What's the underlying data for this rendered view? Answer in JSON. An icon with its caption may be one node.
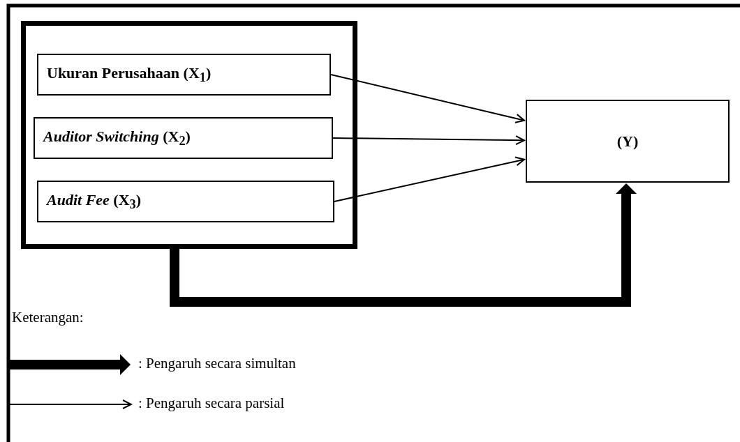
{
  "diagram": {
    "nodes": [
      {
        "text": [],
        "shape": "box"
      },
      {
        "text": [
          "Ukuran Perusahaan (X$_{1}$)"
        ],
        "in": 0
      },
      {
        "text": [
          "*Auditor Switching* (X$_{2}$)"
        ],
        "in": 0
      },
      {
        "text": [
          "*Audit Fee* (X$_{3}$)"
        ],
        "in": 0
      },
      {
        "text": [
          "(Y)"
        ]
      }
    ],
    "edges": [
      {
        "from": 1,
        "to": 4,
        "arrow": "to"
      },
      {
        "from": 2,
        "to": 4,
        "arrow": "to"
      },
      {
        "from": 3,
        "to": 4,
        "arrow": "to"
      },
      {
        "from": 0,
        "to": 4,
        "arrow": "to",
        "style": "thick"
      }
    ],
    "labels": [
      "Keterangan:"
    ],
    "legend": [
      {
        "text": ": Pengaruh secara simultan"
      },
      {
        "text": ": Pengaruh secara parsial"
      }
    ]
  }
}
